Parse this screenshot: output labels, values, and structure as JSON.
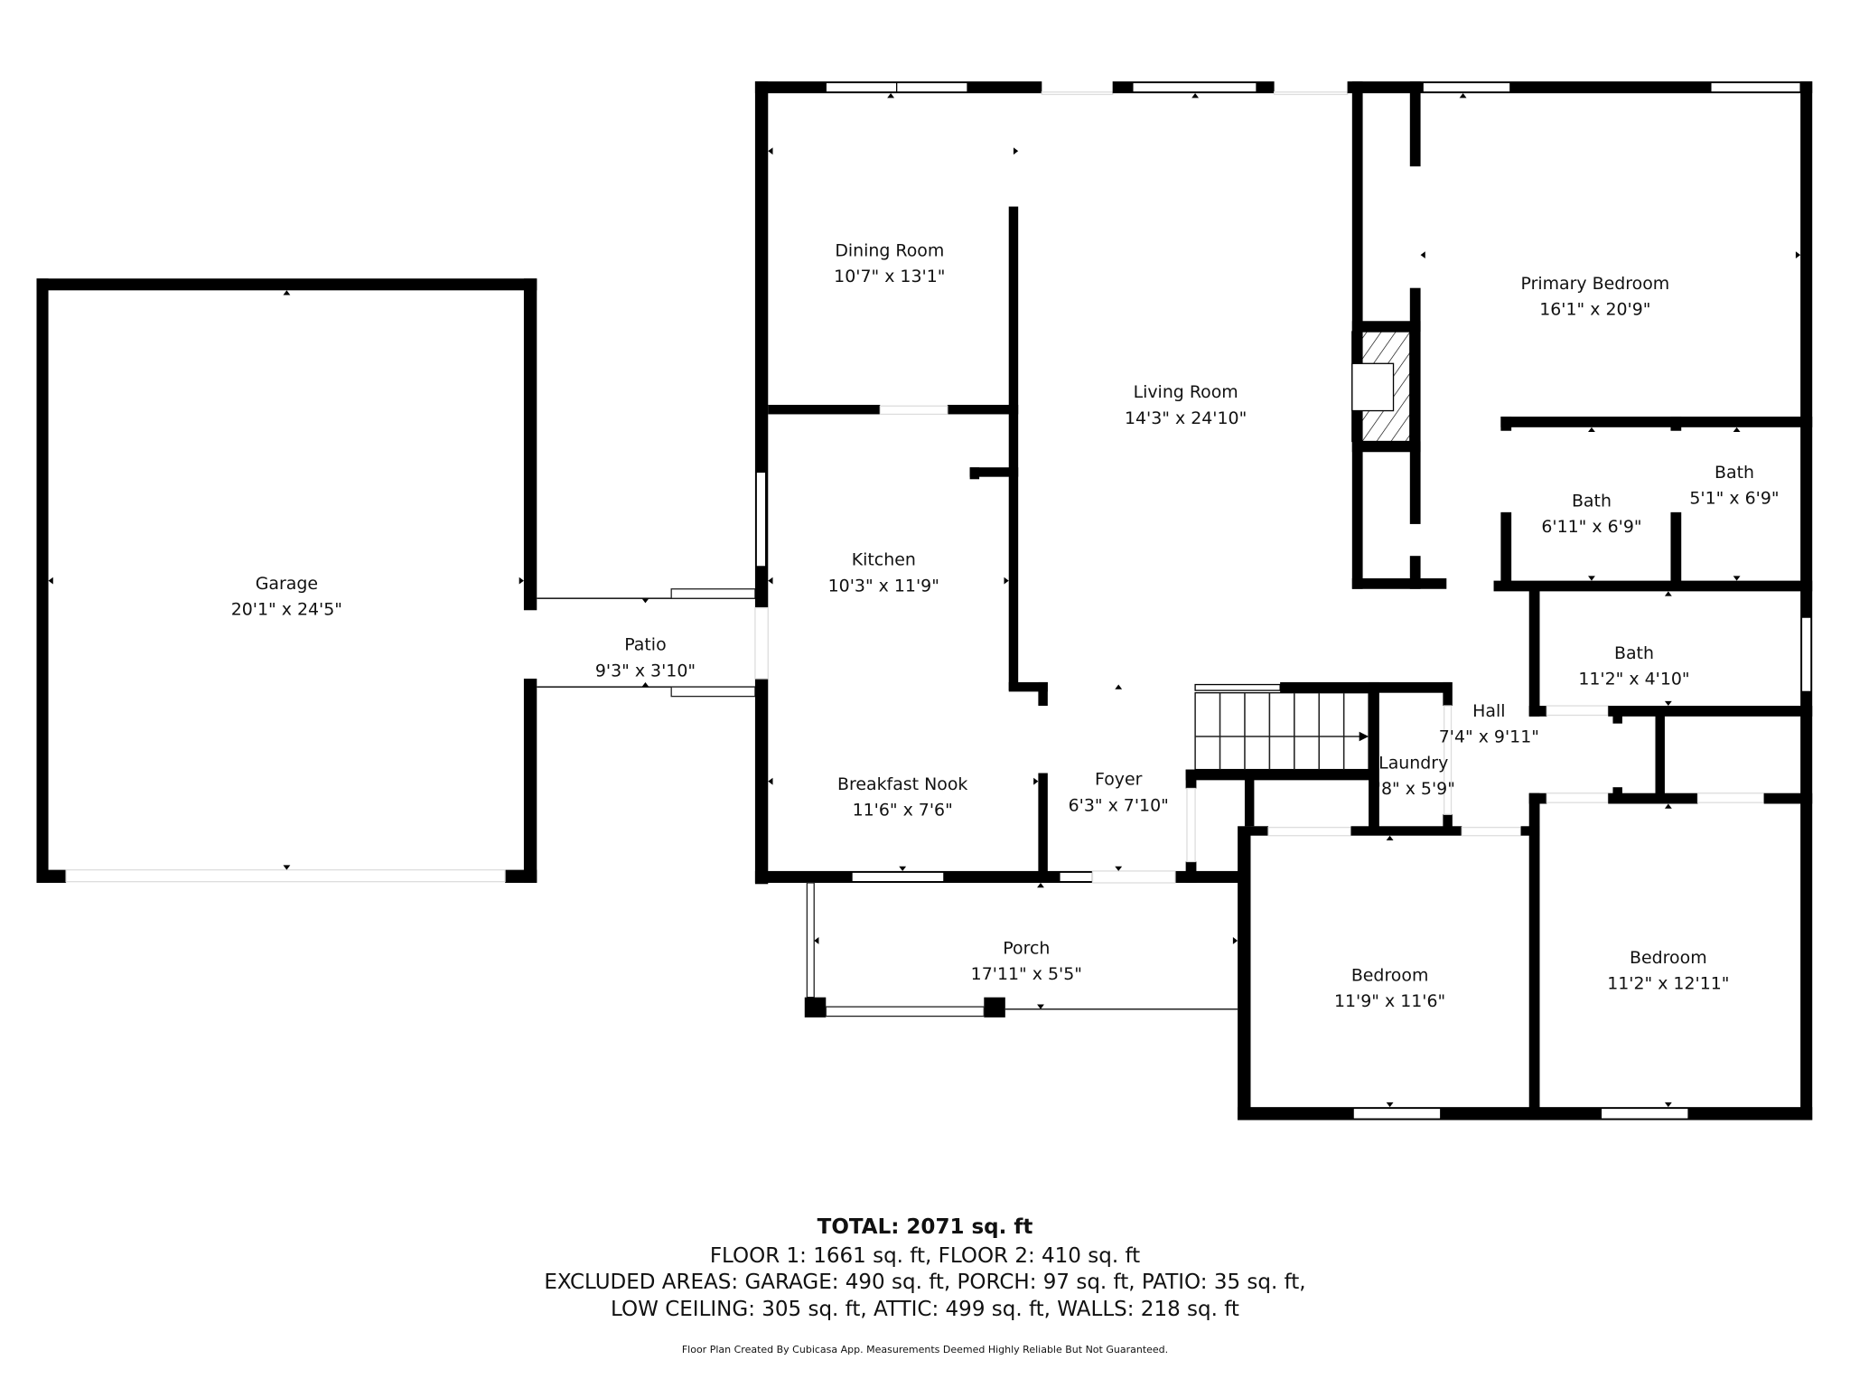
{
  "rooms": {
    "garage": {
      "name": "Garage",
      "dims": "20'1\" x 24'5\""
    },
    "patio": {
      "name": "Patio",
      "dims": "9'3\" x 3'10\""
    },
    "dining": {
      "name": "Dining Room",
      "dims": "10'7\" x 13'1\""
    },
    "living": {
      "name": "Living Room",
      "dims": "14'3\" x 24'10\""
    },
    "primary_bedroom": {
      "name": "Primary Bedroom",
      "dims": "16'1\" x 20'9\""
    },
    "bath1": {
      "name": "Bath",
      "dims": "6'11\" x 6'9\""
    },
    "bath2": {
      "name": "Bath",
      "dims": "5'1\" x 6'9\""
    },
    "bath3": {
      "name": "Bath",
      "dims": "11'2\" x 4'10\""
    },
    "kitchen": {
      "name": "Kitchen",
      "dims": "10'3\" x 11'9\""
    },
    "breakfast_nook": {
      "name": "Breakfast Nook",
      "dims": "11'6\" x 7'6\""
    },
    "foyer": {
      "name": "Foyer",
      "dims": "6'3\" x 7'10\""
    },
    "hall": {
      "name": "Hall",
      "dims": "7'4\" x 9'11\""
    },
    "laundry": {
      "name": "Laundry",
      "dims": "'8\" x 5'9\""
    },
    "porch": {
      "name": "Porch",
      "dims": "17'11\" x 5'5\""
    },
    "bedroom1": {
      "name": "Bedroom",
      "dims": "11'9\" x 11'6\""
    },
    "bedroom2": {
      "name": "Bedroom",
      "dims": "11'2\" x 12'11\""
    }
  },
  "summary": {
    "total": "TOTAL: 2071 sq. ft",
    "floors": "FLOOR 1: 1661 sq. ft, FLOOR 2: 410 sq. ft",
    "excluded_line1": "EXCLUDED AREAS: GARAGE: 490 sq. ft, PORCH: 97 sq. ft, PATIO: 35 sq. ft,",
    "excluded_line2": "LOW CEILING: 305 sq. ft, ATTIC: 499 sq. ft, WALLS: 218 sq. ft",
    "disclaimer": "Floor Plan Created By Cubicasa App. Measurements Deemed Highly Reliable But Not Guaranteed."
  },
  "icons": {
    "fireplace": "fireplace-icon",
    "stairs": "stairs-icon"
  }
}
